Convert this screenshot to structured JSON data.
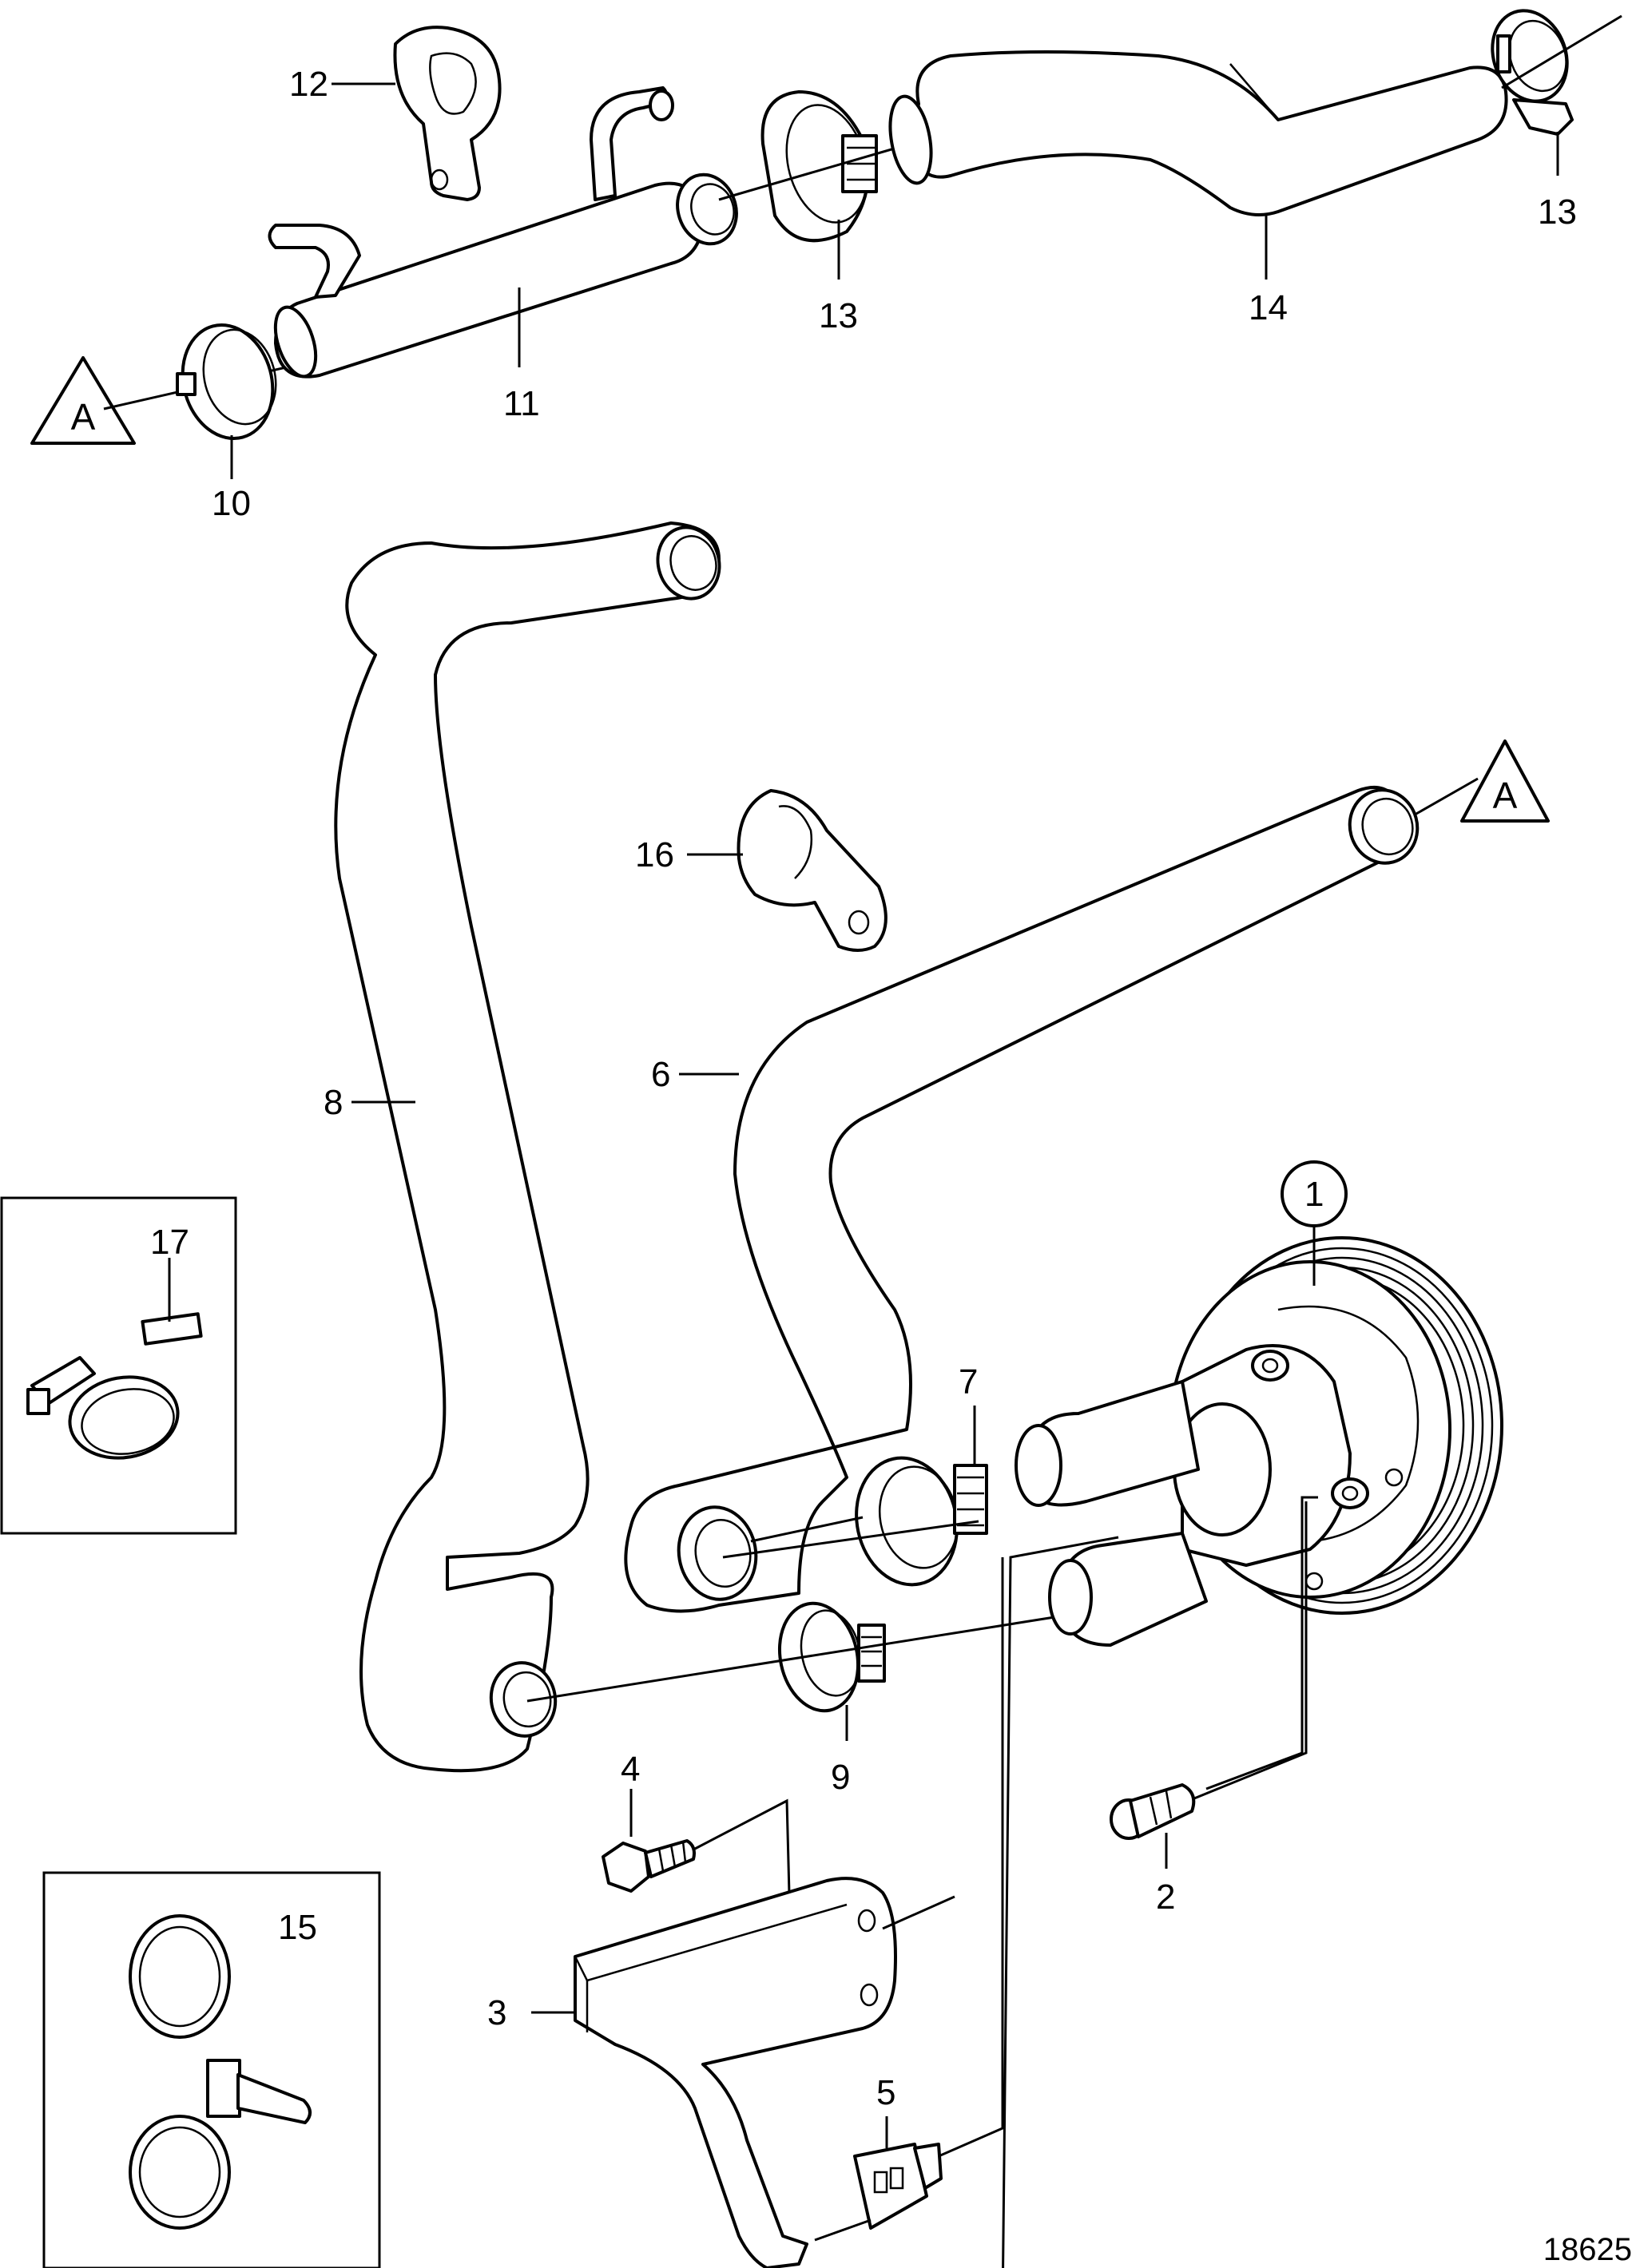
{
  "callouts": {
    "p1": "1",
    "p2": "2",
    "p3": "3",
    "p4": "4",
    "p5": "5",
    "p6": "6",
    "p7": "7",
    "p8": "8",
    "p9": "9",
    "p10": "10",
    "p11": "11",
    "p12": "12",
    "p13a": "13",
    "p13b": "13",
    "p14": "14",
    "p15": "15",
    "p16": "16",
    "p17": "17"
  },
  "markers": {
    "left": "A",
    "right": "A"
  },
  "reference_number": "18625"
}
